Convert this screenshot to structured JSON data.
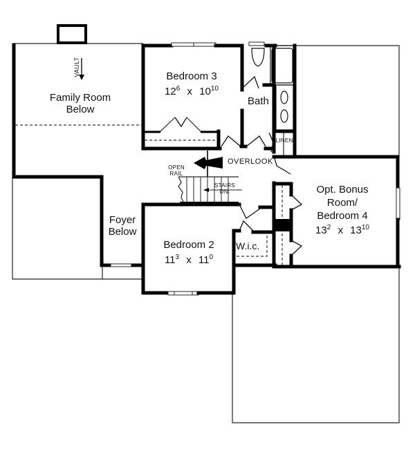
{
  "plan": {
    "title_partial": "",
    "rooms": [
      {
        "id": "family_room",
        "name_line1": "Family Room",
        "name_line2": "Below"
      },
      {
        "id": "bedroom3",
        "name": "Bedroom 3",
        "dim_w": "12",
        "dim_w_sup": "6",
        "x": "x",
        "dim_l": "10",
        "dim_l_sup": "10"
      },
      {
        "id": "bath",
        "name": "Bath"
      },
      {
        "id": "linen",
        "name": "LINEN"
      },
      {
        "id": "bonus",
        "name_line1": "Opt. Bonus",
        "name_line2": "Room/",
        "name_line3": "Bedroom 4",
        "dim_w": "13",
        "dim_w_sup": "2",
        "x": "x",
        "dim_l": "13",
        "dim_l_sup": "10"
      },
      {
        "id": "foyer",
        "name_line1": "Foyer",
        "name_line2": "Below"
      },
      {
        "id": "bedroom2",
        "name": "Bedroom 2",
        "dim_w": "11",
        "dim_w_sup": "3",
        "x": "x",
        "dim_l": "11",
        "dim_l_sup": "0"
      },
      {
        "id": "wic",
        "name": "W.i.c."
      }
    ],
    "annotations": {
      "vault": "VAULT",
      "overlook": "OVERLOOK",
      "open_rail_line1": "OPEN",
      "open_rail_line2": "RAIL",
      "stairs_line1": "STAIRS",
      "stairs_line2": "DN."
    },
    "colors": {
      "wall": "#000000",
      "background": "#ffffff"
    }
  }
}
